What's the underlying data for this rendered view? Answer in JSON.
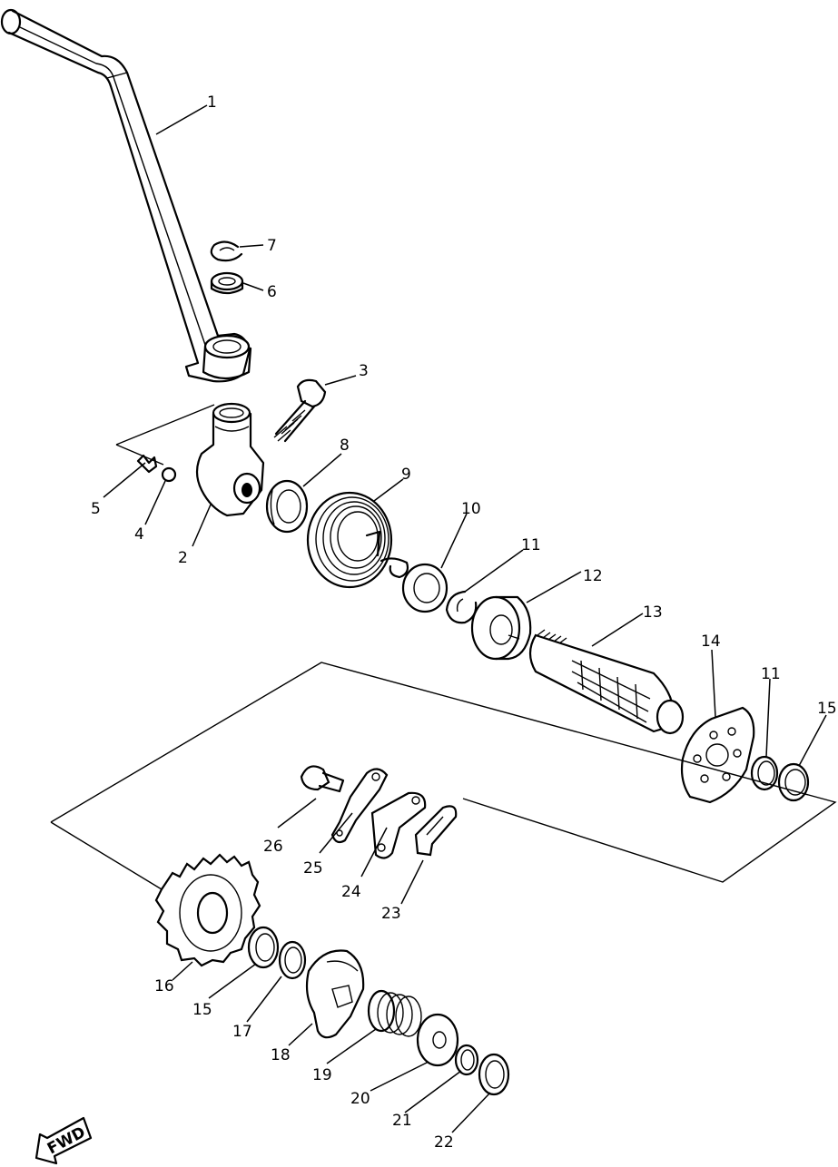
{
  "diagram": {
    "labels": [
      {
        "id": "1",
        "text": "1"
      },
      {
        "id": "2",
        "text": "2"
      },
      {
        "id": "3",
        "text": "3"
      },
      {
        "id": "4",
        "text": "4"
      },
      {
        "id": "5",
        "text": "5"
      },
      {
        "id": "6",
        "text": "6"
      },
      {
        "id": "7",
        "text": "7"
      },
      {
        "id": "8",
        "text": "8"
      },
      {
        "id": "9",
        "text": "9"
      },
      {
        "id": "10",
        "text": "10"
      },
      {
        "id": "11a",
        "text": "11"
      },
      {
        "id": "12",
        "text": "12"
      },
      {
        "id": "13",
        "text": "13"
      },
      {
        "id": "14",
        "text": "14"
      },
      {
        "id": "11b",
        "text": "11"
      },
      {
        "id": "15a",
        "text": "15"
      },
      {
        "id": "16",
        "text": "16"
      },
      {
        "id": "15b",
        "text": "15"
      },
      {
        "id": "17",
        "text": "17"
      },
      {
        "id": "18",
        "text": "18"
      },
      {
        "id": "19",
        "text": "19"
      },
      {
        "id": "20",
        "text": "20"
      },
      {
        "id": "21",
        "text": "21"
      },
      {
        "id": "22",
        "text": "22"
      },
      {
        "id": "23",
        "text": "23"
      },
      {
        "id": "24",
        "text": "24"
      },
      {
        "id": "25",
        "text": "25"
      },
      {
        "id": "26",
        "text": "26"
      }
    ],
    "fwd_label": "FWD"
  }
}
